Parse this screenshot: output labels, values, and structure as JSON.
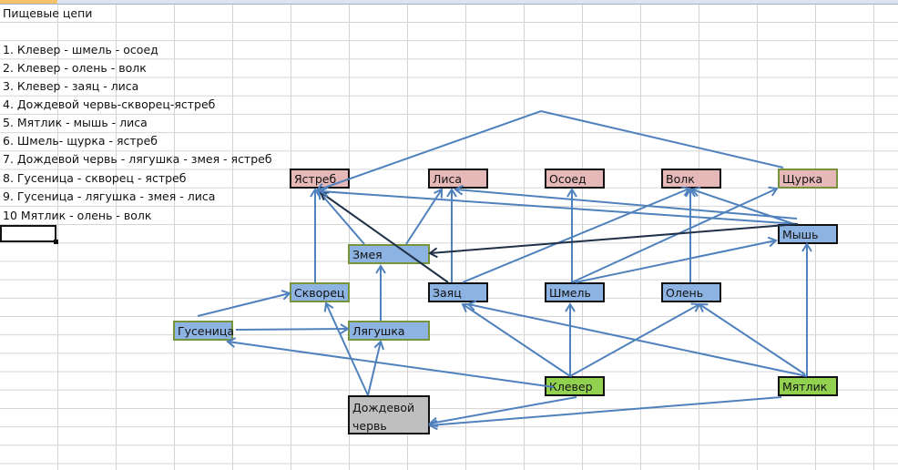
{
  "sheet": {
    "title": "Пищевые цепи",
    "chains": [
      "1. Клевер - шмель - осоед",
      "2. Клевер - олень - волк",
      "3.  Клевер - заяц - лиса",
      "4. Дождевой червь-скворец-ястреб",
      "5. Мятлик - мышь - лиса",
      "6. Шмель- щурка - ястреб",
      "7. Дождевой червь - лягушка - змея - ястреб",
      "8. Гусеница -  скворец - ястреб",
      "9. Гусеница - лягушка - змея - лиса",
      "10 Мятлик - олень - волк"
    ]
  },
  "diagram": {
    "colors": {
      "predator": "#e6b9b8",
      "consumer": "#8db3e2",
      "producer": "#92d050",
      "decomposer": "#bfbfbf",
      "arrow": "#4f81bd",
      "arrow_dark": "#1f3048"
    },
    "nodes": {
      "hawk": "Ястреб",
      "fox": "Лиса",
      "honey_buzzard": "Осоед",
      "wolf": "Волк",
      "bee_eater": "Щурка",
      "mouse": "Мышь",
      "snake": "Змея",
      "starling": "Скворец",
      "hare": "Заяц",
      "bumblebee": "Шмель",
      "deer": "Олень",
      "caterpillar": "Гусеница",
      "frog": "Лягушка",
      "clover": "Клевер",
      "bluegrass": "Мятлик",
      "earthworm": "Дождевой червь"
    },
    "edges": [
      {
        "from": "bumblebee",
        "to": "bee_eater"
      },
      {
        "from": "bee_eater",
        "to": "hawk"
      },
      {
        "from": "starling",
        "to": "hawk"
      },
      {
        "from": "snake",
        "to": "hawk"
      },
      {
        "from": "hare",
        "to": "hawk",
        "dark": true
      },
      {
        "from": "mouse",
        "to": "hawk"
      },
      {
        "from": "snake",
        "to": "fox"
      },
      {
        "from": "hare",
        "to": "fox"
      },
      {
        "from": "mouse",
        "to": "fox"
      },
      {
        "from": "bumblebee",
        "to": "honey_buzzard"
      },
      {
        "from": "hare",
        "to": "wolf"
      },
      {
        "from": "deer",
        "to": "wolf"
      },
      {
        "from": "mouse",
        "to": "wolf"
      },
      {
        "from": "mouse",
        "to": "snake",
        "dark": true
      },
      {
        "from": "bumblebee",
        "to": "mouse"
      },
      {
        "from": "bluegrass",
        "to": "mouse"
      },
      {
        "from": "frog",
        "to": "snake"
      },
      {
        "from": "caterpillar",
        "to": "starling"
      },
      {
        "from": "earthworm",
        "to": "starling"
      },
      {
        "from": "caterpillar",
        "to": "frog"
      },
      {
        "from": "earthworm",
        "to": "frog"
      },
      {
        "from": "clover",
        "to": "caterpillar"
      },
      {
        "from": "clover",
        "to": "hare"
      },
      {
        "from": "clover",
        "to": "bumblebee"
      },
      {
        "from": "clover",
        "to": "deer"
      },
      {
        "from": "bluegrass",
        "to": "hare"
      },
      {
        "from": "bluegrass",
        "to": "deer"
      },
      {
        "from": "clover",
        "to": "earthworm"
      },
      {
        "from": "bluegrass",
        "to": "earthworm"
      }
    ]
  }
}
